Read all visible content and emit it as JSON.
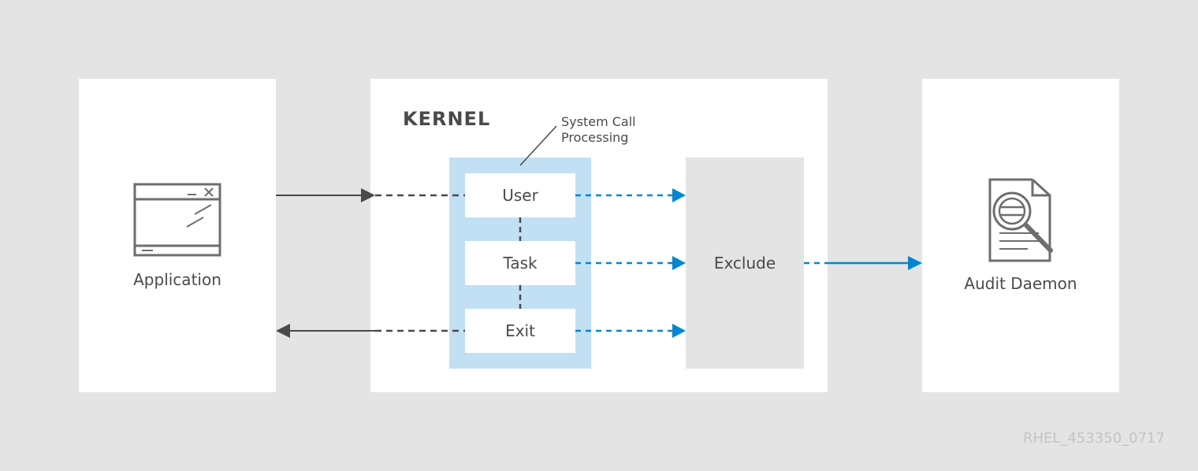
{
  "application": {
    "label": "Application",
    "icon": "application-window-icon"
  },
  "kernel": {
    "title": "KERNEL",
    "annotation_line1": "System Call",
    "annotation_line2": "Processing",
    "stages": [
      "User",
      "Task",
      "Exit"
    ]
  },
  "exclude": {
    "label": "Exclude"
  },
  "audit_daemon": {
    "label": "Audit Daemon",
    "icon": "document-search-icon"
  },
  "watermark": "RHEL_453350_0717",
  "colors": {
    "background": "#e4e4e4",
    "panel": "#ffffff",
    "syscall_column": "#c2e0f4",
    "exclude_box": "#e4e4e4",
    "gray_line": "#4a4a4a",
    "blue_line": "#0088ce",
    "watermark": "#c4c4c4"
  }
}
